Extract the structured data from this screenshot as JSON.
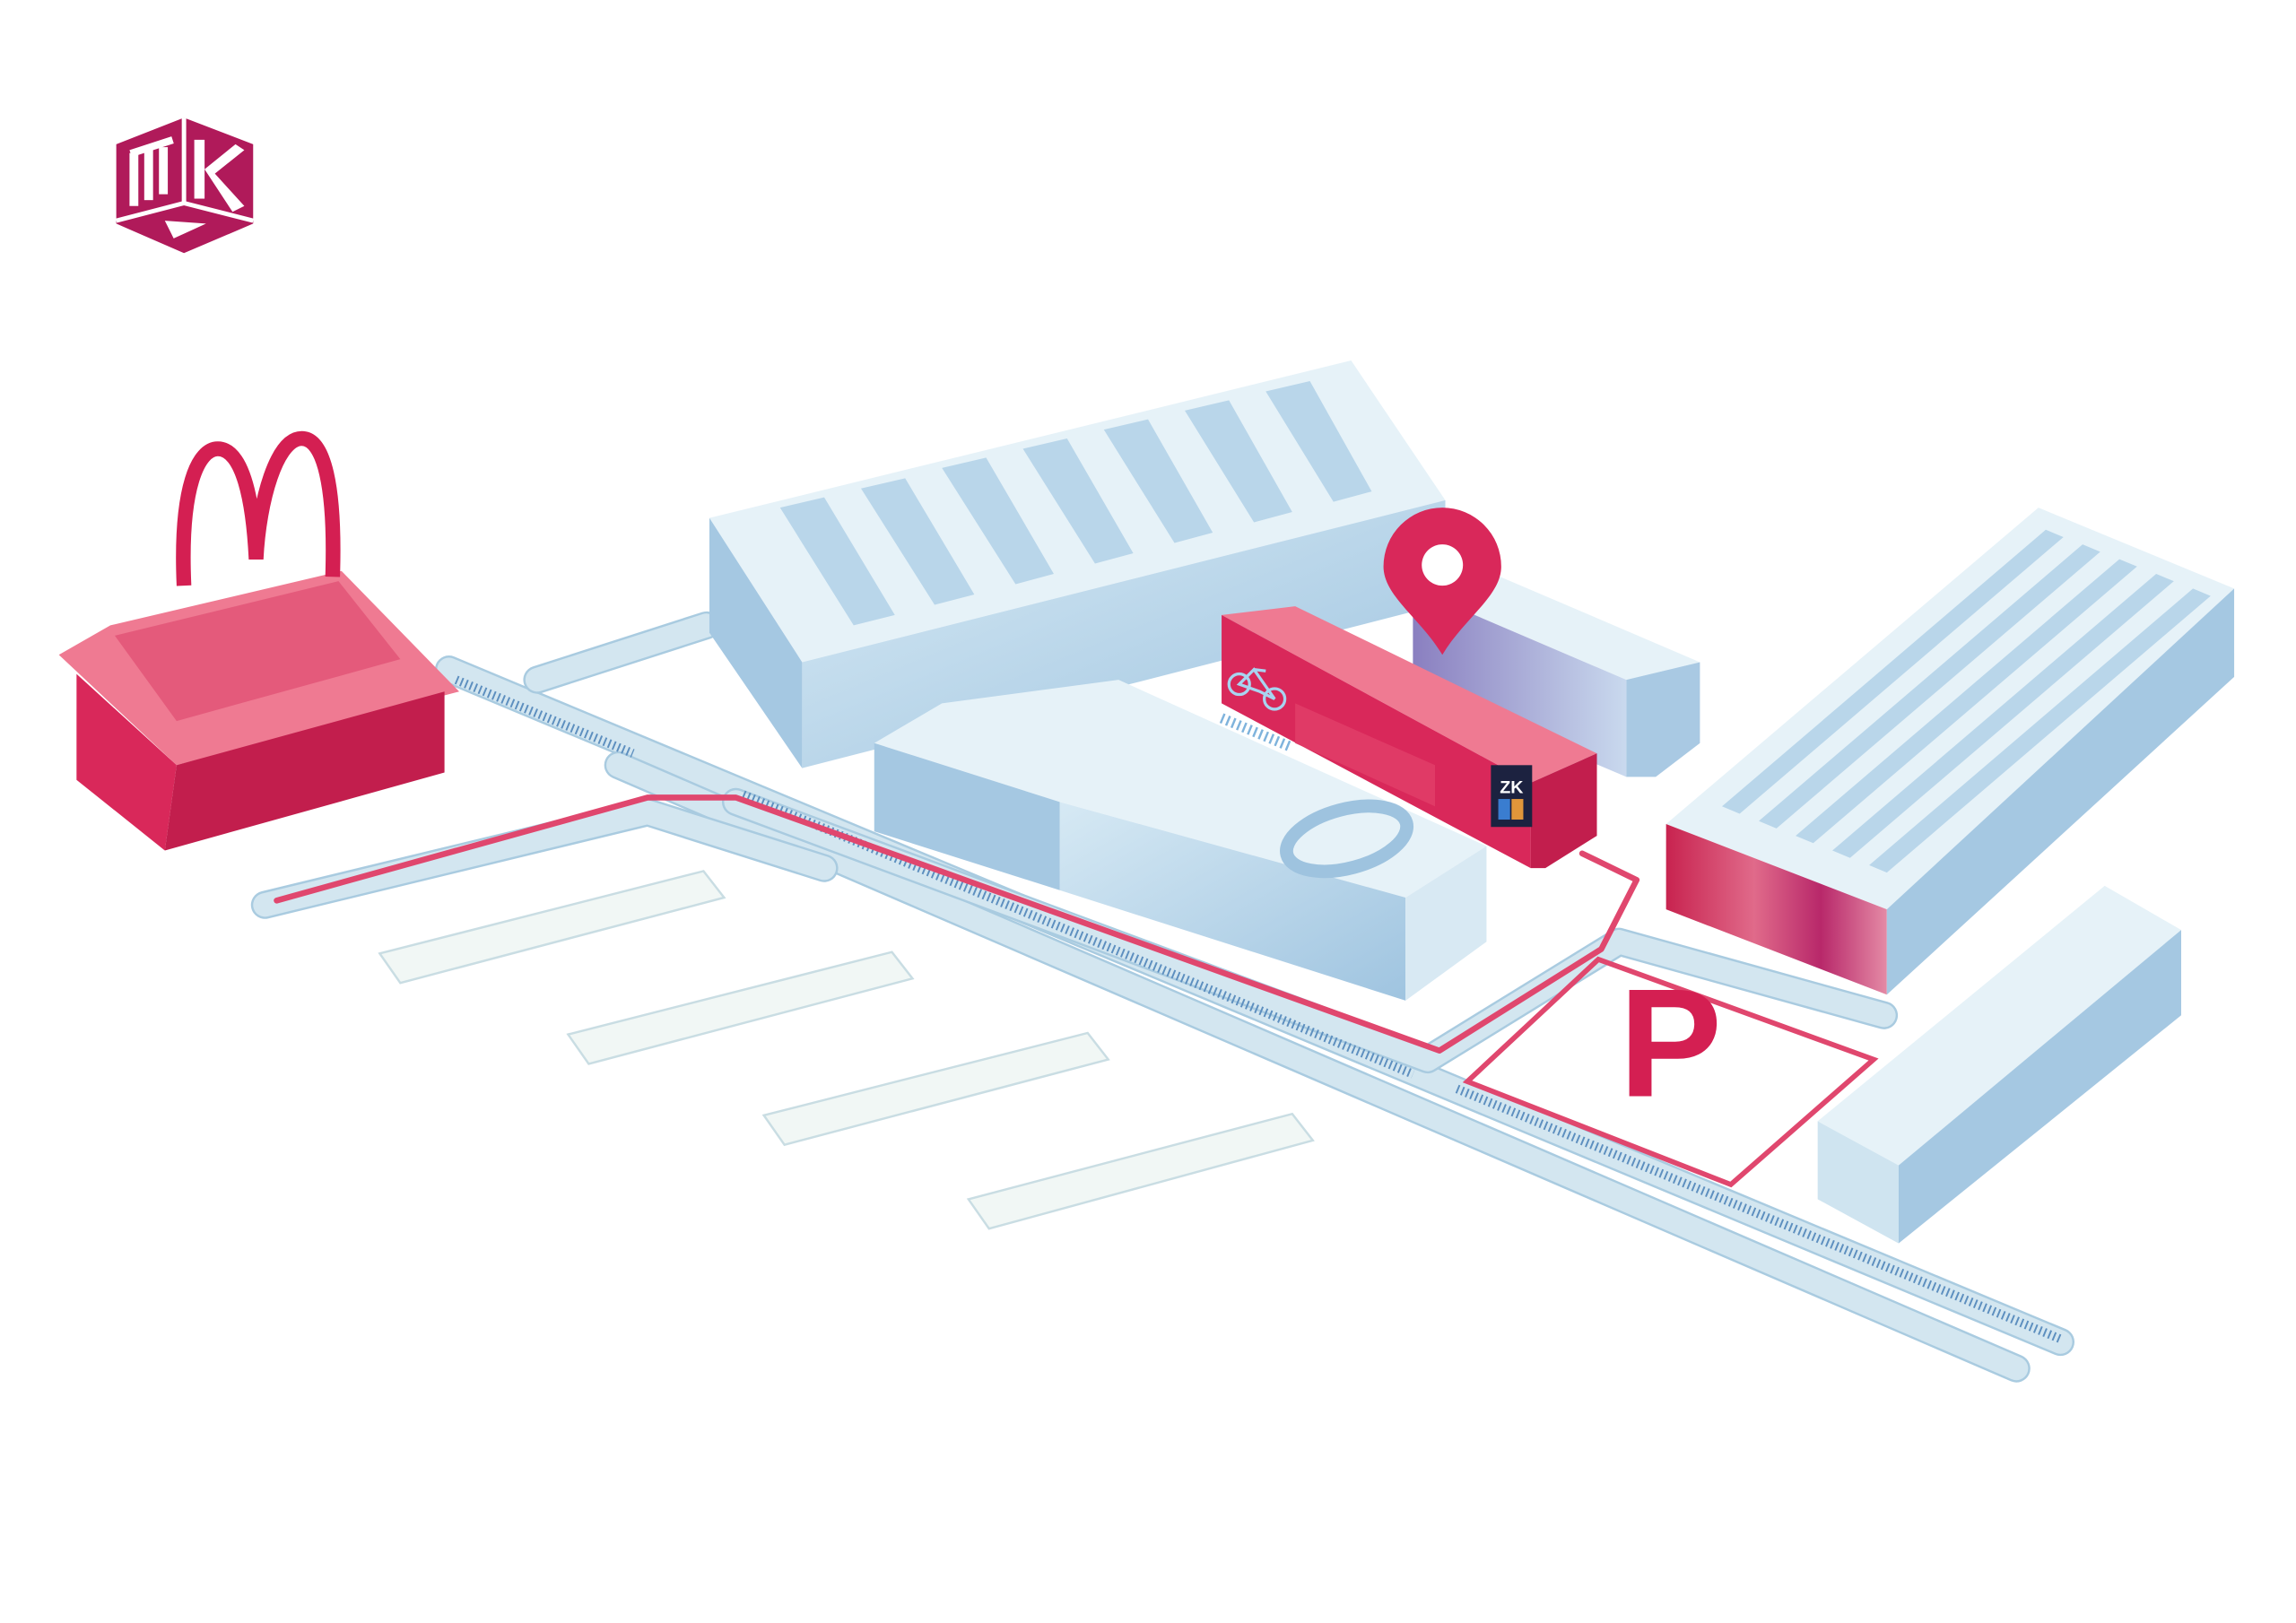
{
  "logo": {
    "text": "MK",
    "color": "#b01a5a"
  },
  "map": {
    "restaurant_sign": "M",
    "station_sign": "ZK",
    "parking_label": "P",
    "colors": {
      "accent": "#d9285a",
      "building": "#bcd9ec",
      "road": "#d3e6f0",
      "route": "#e0476e"
    }
  },
  "icons": [
    "location-pin-icon",
    "bicycle-icon",
    "parking-icon"
  ]
}
